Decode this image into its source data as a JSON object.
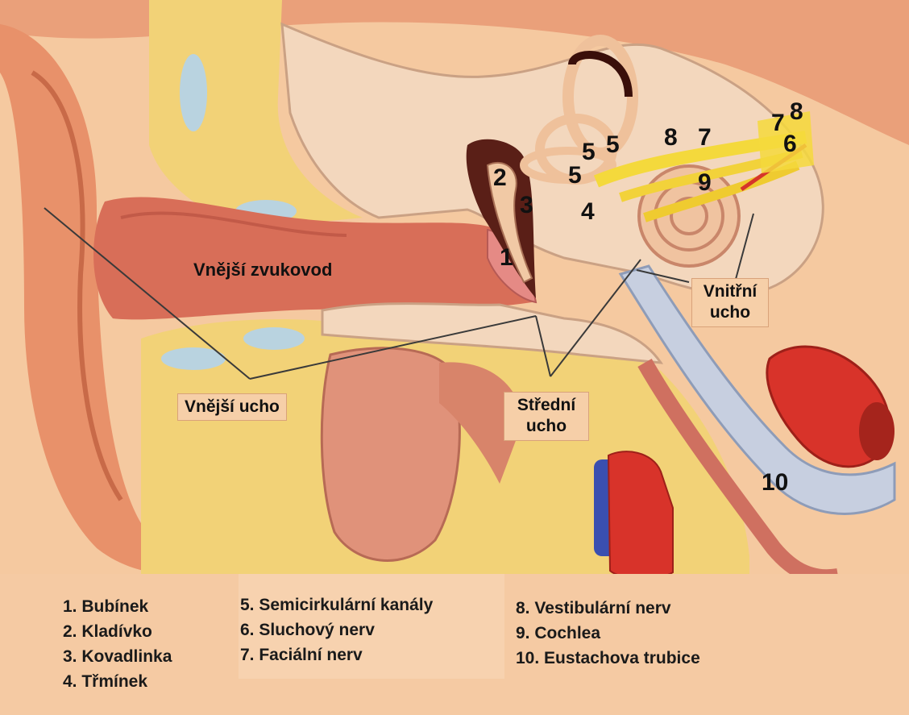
{
  "diagram": {
    "numbers": {
      "n1": "1",
      "n2": "2",
      "n3": "3",
      "n4": "4",
      "n5a": "5",
      "n5b": "5",
      "n5c": "5",
      "n6": "6",
      "n7a": "7",
      "n7b": "7",
      "n8a": "8",
      "n8b": "8",
      "n9": "9",
      "n10": "10"
    },
    "region_labels": {
      "canal": "Vnější zvukovod",
      "outer_ear": "Vnější ucho",
      "middle_ear_line1": "Střední",
      "middle_ear_line2": "ucho",
      "inner_ear_line1": "Vnitřní",
      "inner_ear_line2": "ucho"
    },
    "legend": {
      "col1": [
        "1. Bubínek",
        "2. Kladívko",
        "3. Kovadlinka",
        "4. Třmínek"
      ],
      "col2": [
        "5. Semicirkulární kanály",
        "6. Sluchový nerv",
        "7. Faciální nerv"
      ],
      "col3": [
        "8. Vestibulární nerv",
        "9. Cochlea",
        "10. Eustachova trubice"
      ]
    }
  },
  "colors": {
    "background": "#f5c9a0",
    "skin": "#e8926a",
    "fat": "#f2d277",
    "bone": "#f3d7bd",
    "artery": "#d8332a",
    "vein": "#3a4fb0",
    "nerve": "#f4d93c"
  }
}
